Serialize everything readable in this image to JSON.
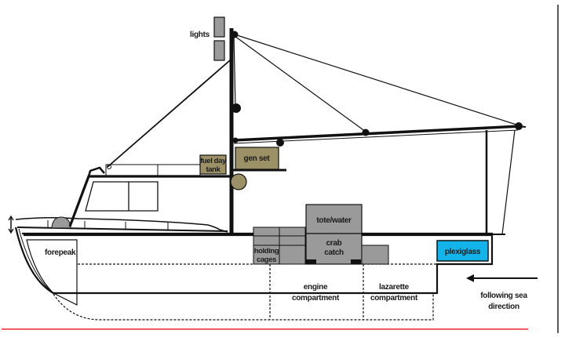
{
  "diagram": {
    "subject": "fishing boat side profile",
    "labels": {
      "lights": "lights",
      "fuel_day_tank_line1": "fuel day",
      "fuel_day_tank_line2": "tank",
      "gen_set": "gen set",
      "tote_water": "tote/water",
      "crab_catch_line1": "crab",
      "crab_catch_line2": "catch",
      "holding_cages_line1": "holding",
      "holding_cages_line2": "cages",
      "plexiglass": "plexiglass",
      "forepeak": "forepeak",
      "engine_compartment_line1": "engine",
      "engine_compartment_line2": "compartment",
      "lazarette_compartment_line1": "lazarette",
      "lazarette_compartment_line2": "compartment",
      "following_sea_line1": "following sea",
      "following_sea_line2": "direction"
    },
    "colors": {
      "equipment_olive": "#9c9166",
      "cargo_gray": "#9a9a9a",
      "plexiglass_blue": "#12b4ea",
      "waterline_red": "#e8262b",
      "outline": "#111111"
    }
  }
}
